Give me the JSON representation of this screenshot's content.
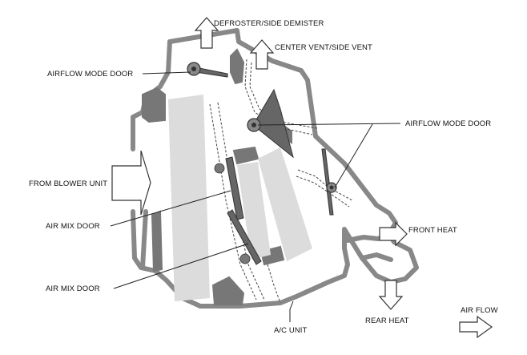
{
  "labels": {
    "defroster": "DEFROSTER/SIDE DEMISTER",
    "center_vent": "CENTER VENT/SIDE VENT",
    "airflow_mode_door_left": "AIRFLOW MODE DOOR",
    "airflow_mode_door_right": "AIRFLOW MODE DOOR",
    "from_blower": "FROM BLOWER UNIT",
    "air_mix_door_upper": "AIR MIX DOOR",
    "air_mix_door_lower": "AIR MIX DOOR",
    "front_heat": "FRONT HEAT",
    "rear_heat": "REAR HEAT",
    "ac_unit": "A/C UNIT",
    "legend_air_flow": "AIR FLOW"
  },
  "colors": {
    "housing": "#888888",
    "core": "#dcdcdc",
    "door": "#666666",
    "text": "#111111"
  }
}
